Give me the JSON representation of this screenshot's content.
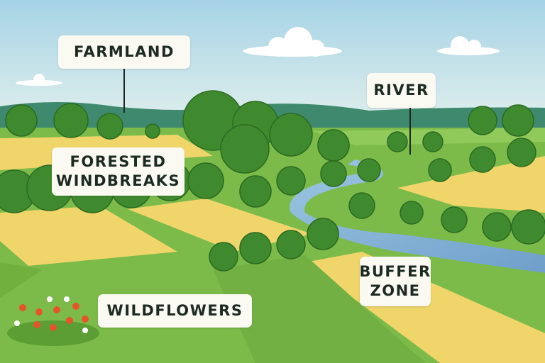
{
  "labels": {
    "farmland": "FARMLAND",
    "river": "RIVER",
    "forested_windbreaks": "FORESTED WINDBREAKS",
    "buffer_zone": "BUFFER ZONE",
    "wildflowers": "WILDFLOWERS"
  },
  "colors": {
    "sky_top": "#a9d5e6",
    "sky_bottom": "#e6f2ee",
    "hills": "#3f8a6e",
    "grass": "#7cba4a",
    "crop": "#f0d56a",
    "river": "#7fb0d6",
    "trees": "#3f8a2e"
  }
}
